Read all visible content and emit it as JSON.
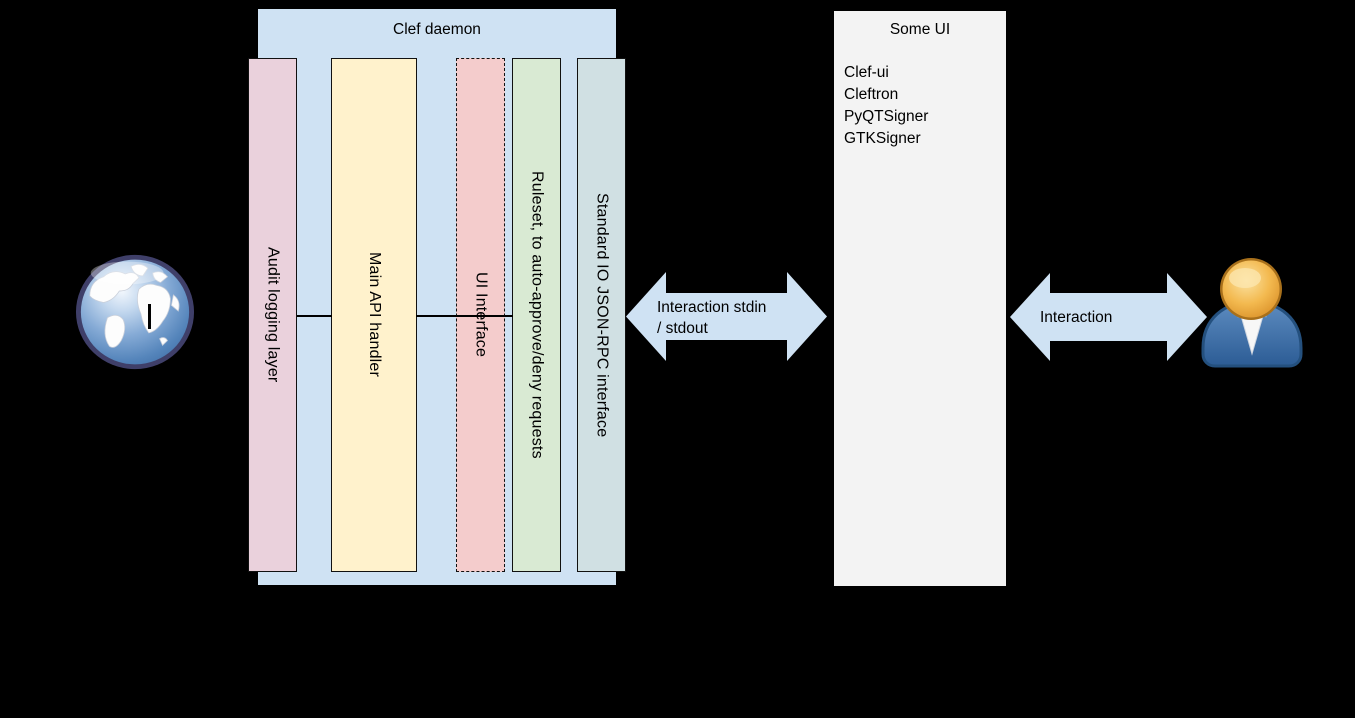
{
  "colors": {
    "background": "#000000",
    "clef_container": "#cfe2f3",
    "some_ui_box": "#f3f3f3",
    "arrow": "#cfe2f3",
    "connector_line": "#000000",
    "globe_ring": "#3f3f69",
    "globe_ocean": "#5585bb",
    "globe_land": "#ffffff",
    "user_head": "#eca33c",
    "user_body": "#3a6eaa"
  },
  "clef_daemon": {
    "title": "Clef daemon",
    "bg": "#cfe2f3",
    "bars": [
      {
        "label": "Audit logging layer",
        "bg": "#ead1dc",
        "border": "solid"
      },
      {
        "label": "Main API handler",
        "bg": "#fff2cc",
        "border": "solid"
      },
      {
        "label": "UI Interface",
        "bg": "#f4cccc",
        "border": "dashed"
      },
      {
        "label": "Ruleset, to auto-approve/deny requests",
        "bg": "#d9ead3",
        "border": "solid"
      },
      {
        "label": "Standard IO JSON-RPC interface",
        "bg": "#d0e0e3",
        "border": "solid"
      }
    ]
  },
  "some_ui": {
    "title": "Some UI",
    "bg": "#f3f3f3",
    "items": [
      "Clef-ui",
      "Cleftron",
      "PyQTSigner",
      "GTKSigner"
    ]
  },
  "arrows": {
    "fill": "#cfe2f3",
    "stdin_stdout": {
      "line1": "Interaction stdin",
      "line2": "/ stdout"
    },
    "interaction": {
      "label": "Interaction"
    }
  },
  "icons": {
    "globe": "globe-icon",
    "user": "user-icon"
  }
}
